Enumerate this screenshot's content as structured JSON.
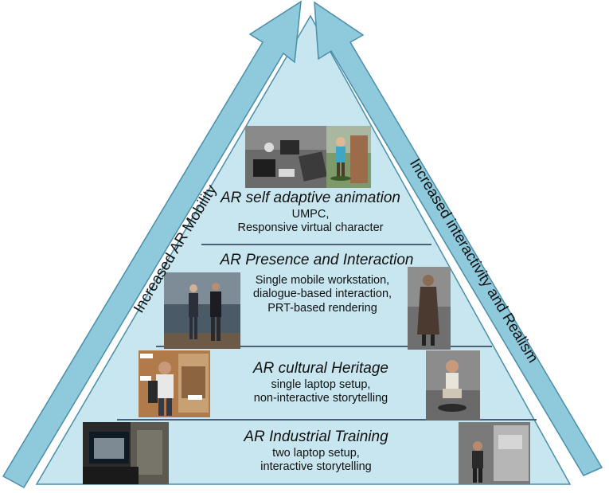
{
  "left_arrow_label": "Increased AR Mobility",
  "right_arrow_label": "Increased interactivity and Realism",
  "colors": {
    "pyramid_fill": "#c8e6ef",
    "arrow_fill": "#8fc9dc",
    "arrow_stroke": "#4a8ea8",
    "tier_line": "#4b5f7a"
  },
  "tiers": [
    {
      "title": "AR self adaptive animation",
      "lines": [
        "UMPC,",
        "Responsive virtual character"
      ]
    },
    {
      "title": "AR Presence and Interaction",
      "lines": [
        "Single mobile workstation,",
        "dialogue-based interaction,",
        "PRT-based rendering"
      ]
    },
    {
      "title": "AR cultural Heritage",
      "lines": [
        "single laptop setup,",
        "non-interactive storytelling"
      ]
    },
    {
      "title": "AR Industrial Training",
      "lines": [
        "two laptop setup,",
        "interactive storytelling"
      ]
    }
  ]
}
